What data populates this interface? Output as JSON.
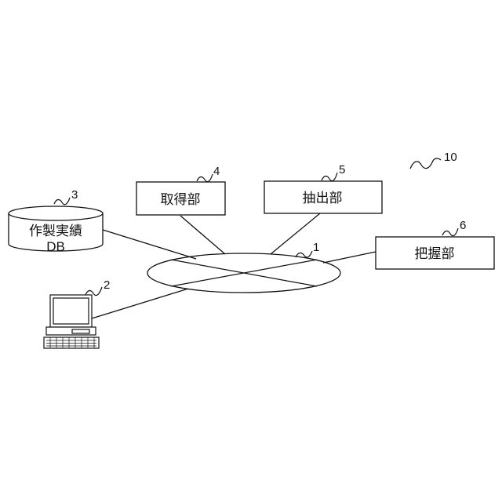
{
  "figure": {
    "system_ref": "10",
    "network": {
      "ref": "1"
    },
    "terminal": {
      "ref": "2"
    },
    "database": {
      "ref": "3",
      "line1": "作製実績",
      "line2": "DB"
    },
    "units": [
      {
        "ref": "4",
        "label": "取得部"
      },
      {
        "ref": "5",
        "label": "抽出部"
      },
      {
        "ref": "6",
        "label": "把握部"
      }
    ]
  }
}
